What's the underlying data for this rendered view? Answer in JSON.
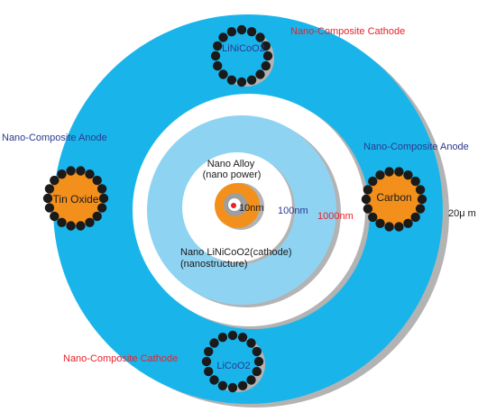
{
  "labels": {
    "cathode_top": "Nano-Composite Cathode",
    "cathode_top_particle": "LiNiCoO2",
    "anode_left": "Nano-Composite Anode",
    "anode_left_particle": "Tin Oxide",
    "anode_right": "Nano-Composite Anode",
    "anode_right_particle": "Carbon",
    "outer_scale": "20μ m",
    "scale_1000": "1000nm",
    "scale_100": "100nm",
    "scale_10": "10nm",
    "nano_alloy_line1": "Nano Alloy",
    "nano_alloy_line2": "(nano power)",
    "nano_cathode_line1": "Nano LiNiCoO2(cathode)",
    "nano_cathode_line2": "(nanostructure)",
    "cathode_bottom": "Nano-Composite Cathode",
    "cathode_bottom_particle": "LiCoO2"
  },
  "colors": {
    "outer_disc": "#19b5ea",
    "shadow": "#b3b3b3",
    "inner_light_blue": "#8fd3f2",
    "orange": "#f3901b",
    "bead": "#1a1a1a",
    "red_text": "#e8202a",
    "blue_text": "#2b3990"
  }
}
